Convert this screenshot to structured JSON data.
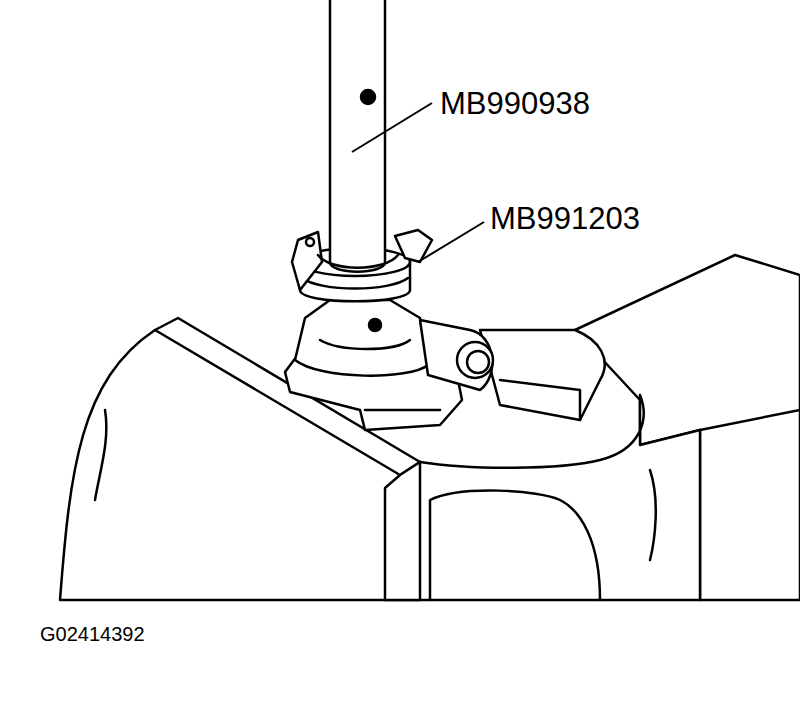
{
  "diagram": {
    "labels": [
      "MB990938",
      "MB991203",
      "G02414392"
    ]
  }
}
